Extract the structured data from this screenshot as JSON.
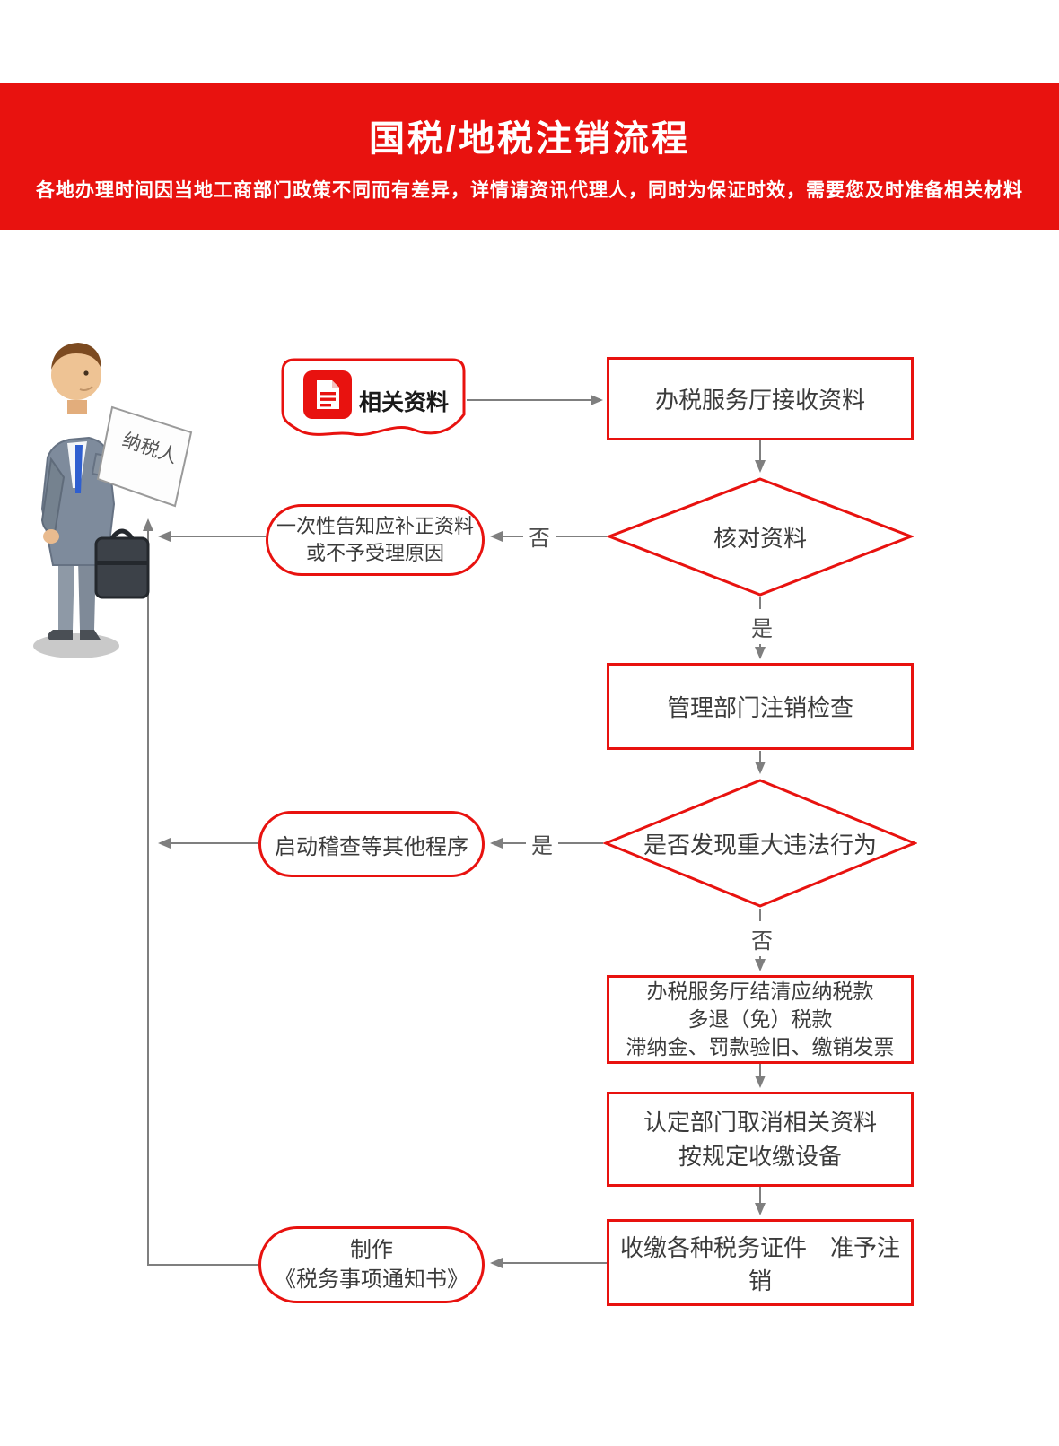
{
  "header": {
    "title": "国税/地税注销流程",
    "subtitle": "各地办理时间因当地工商部门政策不同而有差异，详情请资讯代理人，同时为保证时效，需要您及时准备相关材料"
  },
  "figure": {
    "paper_label": "纳税人"
  },
  "flow": {
    "materials_label": "相关资料",
    "receive_label": "办税服务厅接收资料",
    "check_label": "核对资料",
    "notify_line1": "一次性告知应补正资料",
    "notify_line2": "或不予受理原因",
    "inspect_label": "管理部门注销检查",
    "violation_label": "是否发现重大违法行为",
    "audit_label": "启动稽查等其他程序",
    "settle_line1": "办税服务厅结清应纳税款",
    "settle_line2": "多退（免）税款",
    "settle_line3": "滞纳金、罚款验旧、缴销发票",
    "device_line1": "认定部门取消相关资料",
    "device_line2": "按规定收缴设备",
    "collect_label": "收缴各种税务证件　准予注销",
    "produce_line1": "制作",
    "produce_line2": "《税务事项通知书》",
    "label_no_check": "否",
    "label_yes_check": "是",
    "label_yes_violation": "是",
    "label_no_violation": "否"
  },
  "colors": {
    "accent_red": "#e8120f",
    "arrow_gray": "#7f7f7f",
    "text_dark": "#3b3b3b"
  }
}
